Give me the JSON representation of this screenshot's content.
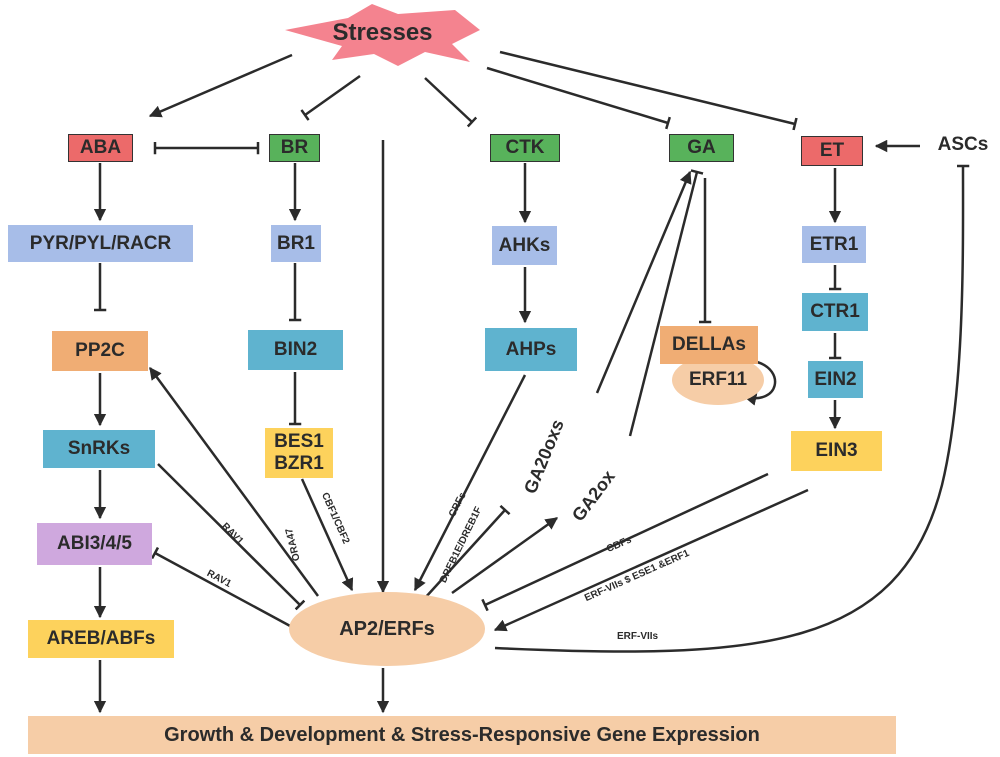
{
  "stress": "Stresses",
  "hormones": {
    "aba": "ABA",
    "br": "BR",
    "ctk": "CTK",
    "ga": "GA",
    "et": "ET",
    "ascs": "ASCs"
  },
  "aba_path": {
    "receptor": "PYR/PYL/RACR",
    "pp2c": "PP2C",
    "snrks": "SnRKs",
    "abi": "ABI3/4/5",
    "areb": "AREB/ABFs"
  },
  "br_path": {
    "br1": "BR1",
    "bin2": "BIN2",
    "bes1": "BES1",
    "bzr1": "BZR1"
  },
  "ctk_path": {
    "ahks": "AHKs",
    "ahps": "AHPs"
  },
  "ga_path": {
    "dellas": "DELLAs",
    "erf11": "ERF11",
    "ga20oxs": "GA20oxs",
    "ga2ox": "GA2ox"
  },
  "et_path": {
    "etr1": "ETR1",
    "ctr1": "CTR1",
    "ein2": "EIN2",
    "ein3": "EIN3"
  },
  "hub": "AP2/ERFs",
  "output": "Growth & Development & Stress-Responsive Gene Expression",
  "edge_labels": {
    "ora47": "ORA47",
    "rav1_a": "RAV1",
    "rav1_b": "RAV1",
    "cbf": "CBF1/CBF2",
    "crfs": "CRFs",
    "dreb": "DREB1E/DREB1F",
    "cbfs": "CBFs",
    "erf_viis_ese": "ERF-VIIs $ ESE1 &ERF1",
    "erf_viis": "ERF-VIIs"
  },
  "colors": {
    "red": "#ec6a6a",
    "green": "#58b25b",
    "blue": "#a7bde8",
    "teal": "#5fb3cf",
    "orange": "#f0ad74",
    "yellow": "#fdd25c",
    "purple": "#cfa8de",
    "peach": "#f6cda7",
    "stress": "#f4838f"
  }
}
